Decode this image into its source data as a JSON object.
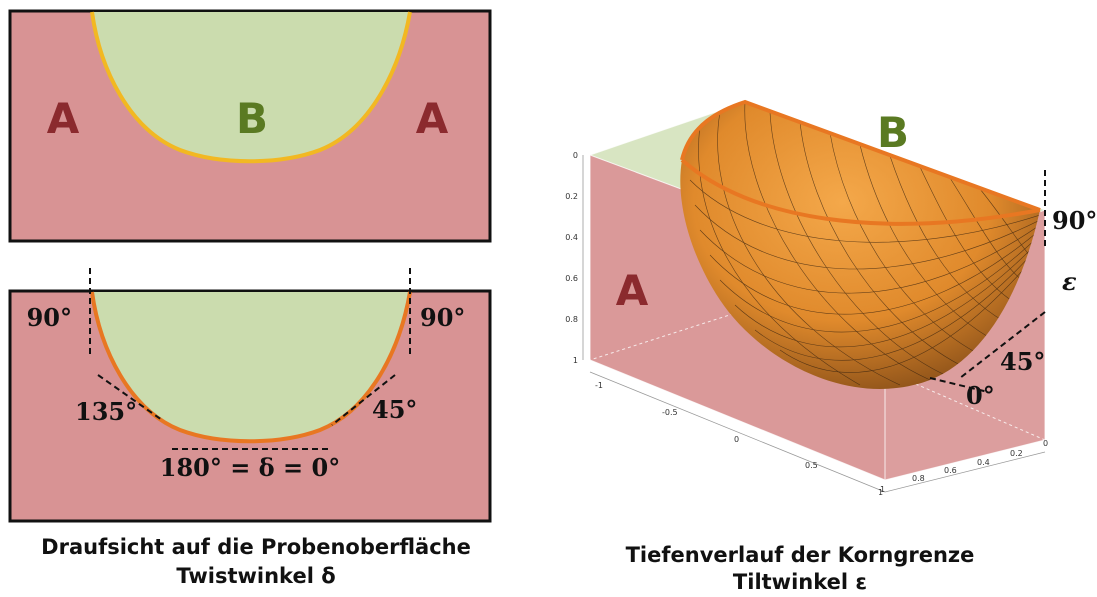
{
  "top_panel": {
    "label_left": "A",
    "label_center": "B",
    "label_right": "A"
  },
  "bottom_panel": {
    "angle_top_left": "90°",
    "angle_top_right": "90°",
    "angle_mid_left": "135°",
    "angle_mid_right": "45°",
    "angle_bottom": "180° = δ = 0°"
  },
  "left_caption": {
    "line1": "Draufsicht auf die Probenoberfläche",
    "line2": "Twistwinkel δ"
  },
  "right_panel": {
    "label_grain_a": "A",
    "label_grain_b": "B",
    "angle_90": "90°",
    "epsilon": "ε",
    "angle_45": "45°",
    "angle_0": "0°",
    "z_ticks": [
      "0",
      "0.2",
      "0.4",
      "0.6",
      "0.8",
      "1"
    ],
    "x_ticks": [
      "-1",
      "-0.5",
      "0",
      "0.5",
      "1"
    ],
    "y_ticks": [
      "0",
      "0.2",
      "0.4",
      "0.6",
      "0.8",
      "1"
    ]
  },
  "right_caption": {
    "line1": "Tiefenverlauf der Korngrenze",
    "line2": "Tiltwinkel ε"
  },
  "colors": {
    "grain_a": "#d89394",
    "grain_b": "#cbdcae",
    "boundary": "#e87722",
    "boundary_top": "#f2b822"
  }
}
